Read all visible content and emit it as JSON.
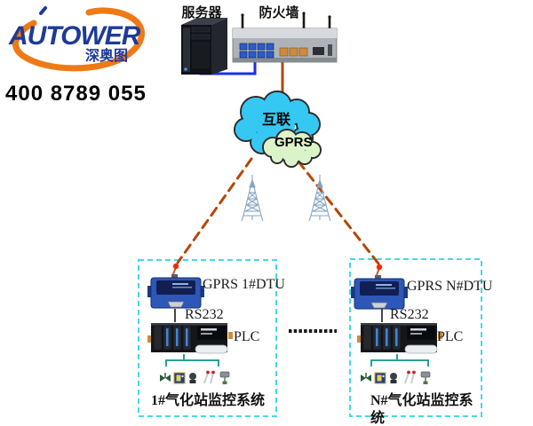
{
  "brand": {
    "logo_text": "AUTOWER",
    "logo_subtext": "深奥图",
    "phone": "400 8789 055"
  },
  "topology": {
    "server_label": "服务器",
    "firewall_label": "防火墙",
    "internet_cloud_label": "互联",
    "gprs_cloud_label": "GPRS"
  },
  "stations": [
    {
      "dtu_label": "GPRS 1#DTU",
      "serial_label": "RS232",
      "plc_label": "PLC",
      "caption": "1#气化站监控系统"
    },
    {
      "dtu_label": "GPRS N#DTU",
      "serial_label": "RS232",
      "plc_label": "PLC",
      "caption": "N#气化站监控系统"
    }
  ],
  "colors": {
    "logo_blue": "#1e3a98",
    "logo_orange": "#ee7a16",
    "wireless_line_orange": "#b54708",
    "ethernet_cable_blue": "#1b2fe0",
    "station_box_cyan": "#45d9e8",
    "internet_cloud_fill": "#35c8f2",
    "gprs_cloud_fill": "#dbf3c9",
    "sensor_bus_teal": "#2f9e9a",
    "antenna_dot_red": "#ff2600"
  }
}
